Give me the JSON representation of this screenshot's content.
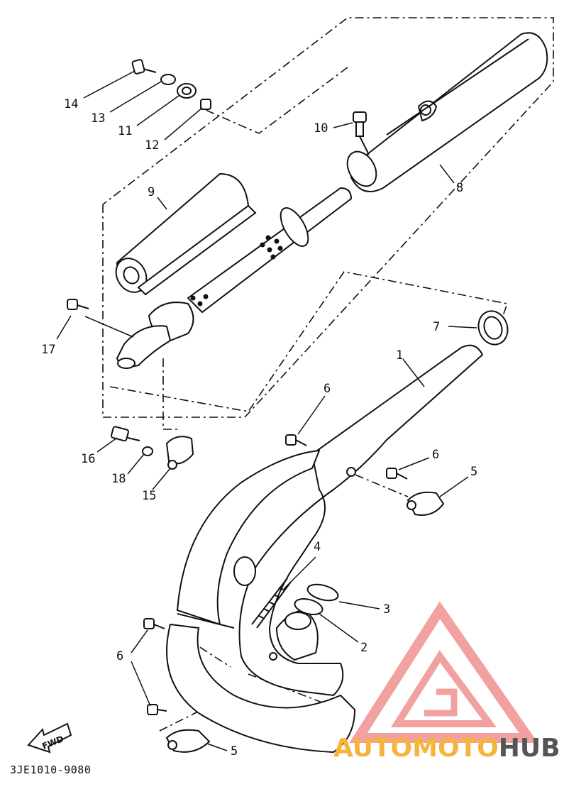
{
  "diagram": {
    "part_code": "3JE1010-9080",
    "callouts": [
      "14",
      "13",
      "11",
      "12",
      "10",
      "8",
      "9",
      "17",
      "7",
      "1",
      "6",
      "6",
      "5",
      "16",
      "18",
      "15",
      "4",
      "3",
      "2",
      "6",
      "5"
    ],
    "fwd_label": "FWD",
    "watermark": {
      "part1": "AUTOMOTO",
      "part2": "HUB"
    },
    "colors": {
      "line": "#111111",
      "watermark_red": "#f08a8a",
      "watermark_orange": "#f5b43c",
      "watermark_gray": "#555555"
    }
  }
}
